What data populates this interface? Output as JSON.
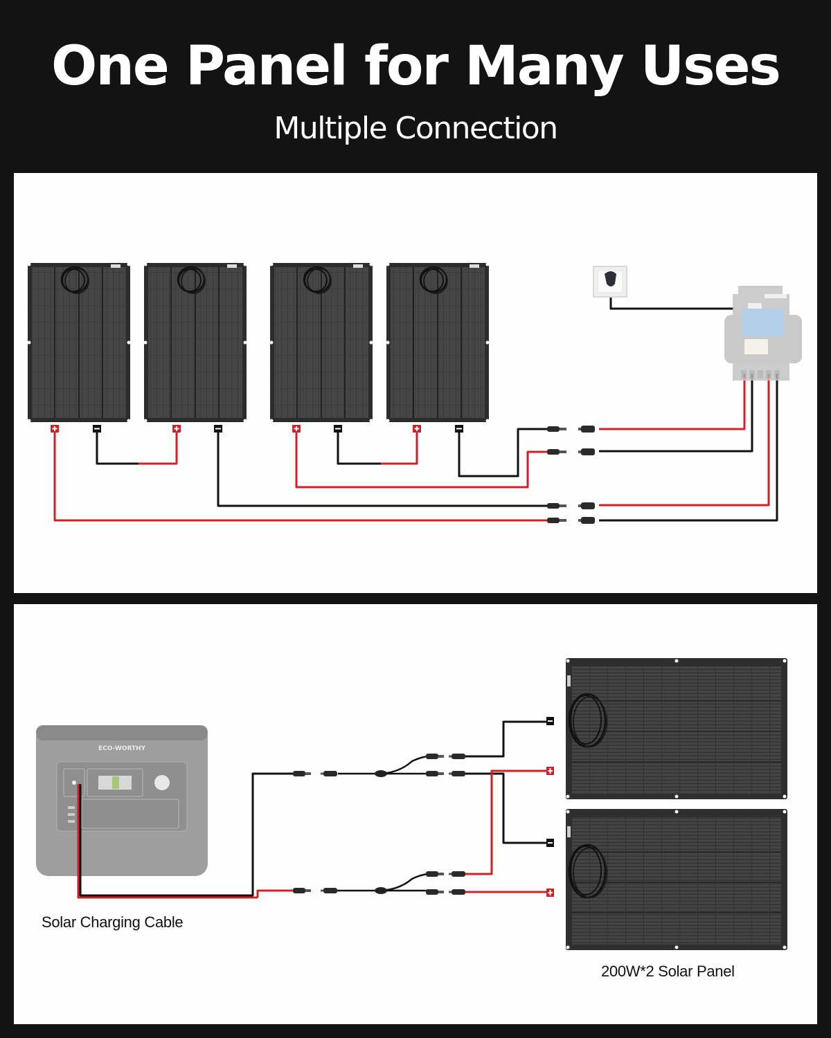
{
  "header": {
    "title": "One Panel for Many Uses",
    "subtitle": "Multiple Connection"
  },
  "diagram_top": {
    "description": "Four flexible solar panels wired in pairs (series) to a microinverter plugged into a wall socket",
    "panels_count": 4,
    "components": [
      "solar-panel",
      "solar-panel",
      "solar-panel",
      "solar-panel",
      "wall-socket",
      "microinverter"
    ],
    "terminal_labels": {
      "positive": "+",
      "negative": "−"
    }
  },
  "diagram_bottom": {
    "device_brand": "ECO-WORTHY",
    "cable_label": "Solar Charging Cable",
    "panel_label": "200W*2 Solar Panel",
    "terminal_labels": {
      "positive": "+",
      "negative": "−"
    }
  },
  "colors": {
    "background": "#131313",
    "panel_bg": "#fefefe",
    "wire_positive": "#d32027",
    "wire_negative": "#111111",
    "solar_cell": "#3a3a3a"
  }
}
